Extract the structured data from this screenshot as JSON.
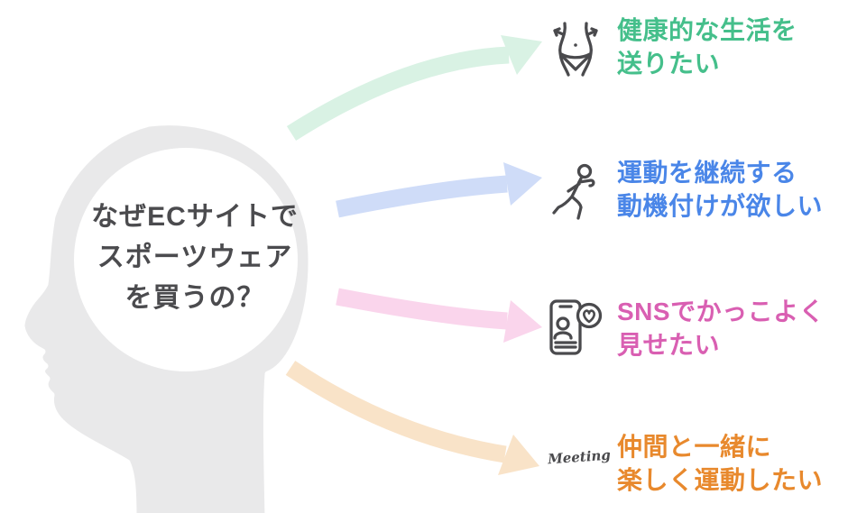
{
  "brain": {
    "lines": [
      "なぜECサイトで",
      "スポーツウェア",
      "を買うの？"
    ]
  },
  "reasons": [
    {
      "id": "healthy-life",
      "icon": "waist-slim-icon",
      "lines": [
        "健康的な生活を",
        "送りたい"
      ]
    },
    {
      "id": "motivation",
      "icon": "runner-icon",
      "lines": [
        "運動を継続する",
        "動機付けが欲しい"
      ]
    },
    {
      "id": "sns-look-cool",
      "icon": "smartphone-heart-icon",
      "lines": [
        "SNSでかっこよく",
        "見せたい"
      ]
    },
    {
      "id": "with-friends",
      "icon": "meeting-script-icon",
      "icon_label": "Meeting",
      "lines": [
        "仲間と一緒に",
        "楽しく運動したい"
      ]
    }
  ],
  "colors": {
    "green": "#45bf8b",
    "blue": "#4a86e8",
    "pink": "#d95fb2",
    "orange": "#e8892d",
    "arrow-green": "#d9f2e4",
    "arrow-blue": "#cfdcf8",
    "arrow-pink": "#fad5ec",
    "arrow-orange": "#f9e3c8",
    "icon-gray": "#4a4a4d",
    "head-gray": "#e9e9ea",
    "brain-text": "#4b4b4e"
  }
}
